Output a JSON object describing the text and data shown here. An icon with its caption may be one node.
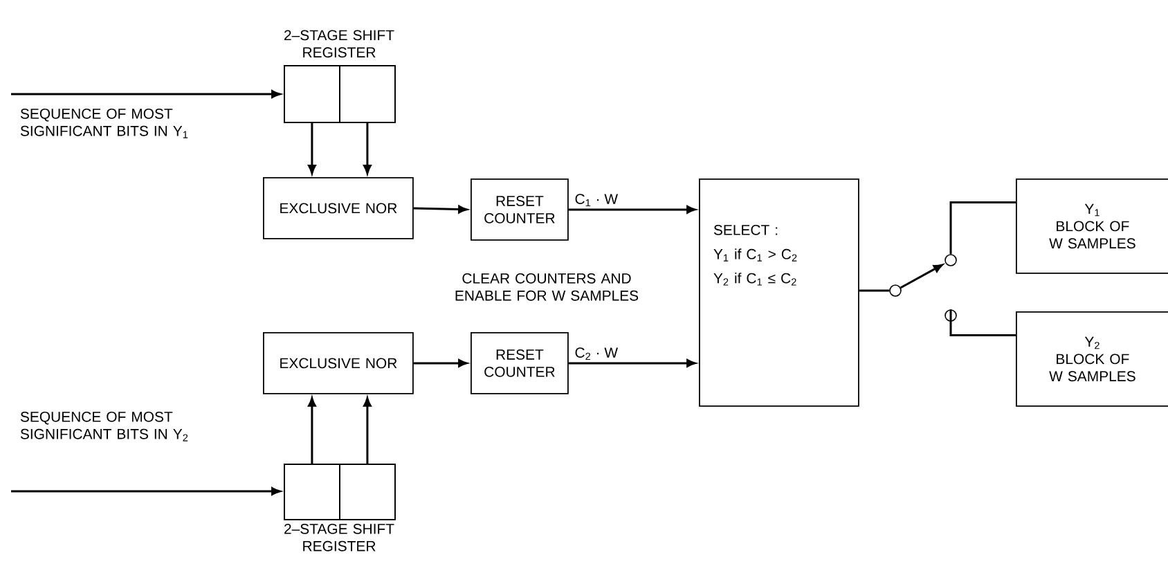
{
  "diagram": {
    "nodes": [
      {
        "text": [
          "2–STAGE SHIFT REGISTER"
        ]
      },
      {
        "text": [],
        "shape": "box",
        "in": 0
      },
      {
        "text": [],
        "shape": "box",
        "in": 0
      },
      {
        "text": [
          "EXCLUSIVE NOR"
        ]
      },
      {
        "text": [
          "RESET COUNTER"
        ]
      },
      {
        "text": [
          "SELECT :",
          "Y$_{1}$ if C$_{1}$ > C$_{2}$",
          "Y$_{2}$ if C$_{1}$ ≤ C$_{2}$"
        ]
      },
      {
        "text": [],
        "shape": "circle"
      },
      {
        "text": [],
        "shape": "circle"
      },
      {
        "text": [
          "Y$_{1}$",
          "BLOCK OF W SAMPLES"
        ]
      },
      {
        "text": [],
        "shape": "circle"
      },
      {
        "text": [
          "Y$_{2}$",
          "BLOCK OF W SAMPLES"
        ]
      },
      {
        "text": [
          "EXCLUSIVE NOR"
        ]
      },
      {
        "text": [
          "RESET COUNTER"
        ]
      },
      {
        "text": [
          "2–STAGE SHIFT REGISTER"
        ]
      },
      {
        "text": [],
        "shape": "box",
        "in": 13
      },
      {
        "text": [],
        "shape": "box",
        "in": 13
      }
    ],
    "edges": [
      {
        "from": null,
        "to": 1,
        "arrow": "to"
      },
      {
        "from": 1,
        "to": 3,
        "arrow": "to"
      },
      {
        "from": 2,
        "to": 3,
        "arrow": "to"
      },
      {
        "from": 3,
        "to": 4,
        "arrow": "to"
      },
      {
        "from": 4,
        "to": 5,
        "arrow": "to",
        "label": "C$_{1}$ · W"
      },
      {
        "from": 5,
        "to": 6,
        "arrow": "none"
      },
      {
        "from": 6,
        "to": 7,
        "arrow": "to"
      },
      {
        "from": 7,
        "to": 8,
        "arrow": "none"
      },
      {
        "from": 9,
        "to": 10,
        "arrow": "none"
      },
      {
        "from": null,
        "to": 14,
        "arrow": "to"
      },
      {
        "from": 14,
        "to": 11,
        "arrow": "to"
      },
      {
        "from": 15,
        "to": 11,
        "arrow": "to"
      },
      {
        "from": 11,
        "to": 12,
        "arrow": "to"
      },
      {
        "from": 12,
        "to": 5,
        "arrow": "to",
        "label": "C$_{2}$ · W"
      }
    ],
    "labels": [
      "SEQUENCE OF MOST SIGNIFICANT BITS IN Y$_{1}$",
      "CLEAR COUNTERS AND ENABLE FOR W SAMPLES",
      "SEQUENCE OF MOST SIGNIFICANT BITS IN Y$_{2}$"
    ]
  }
}
